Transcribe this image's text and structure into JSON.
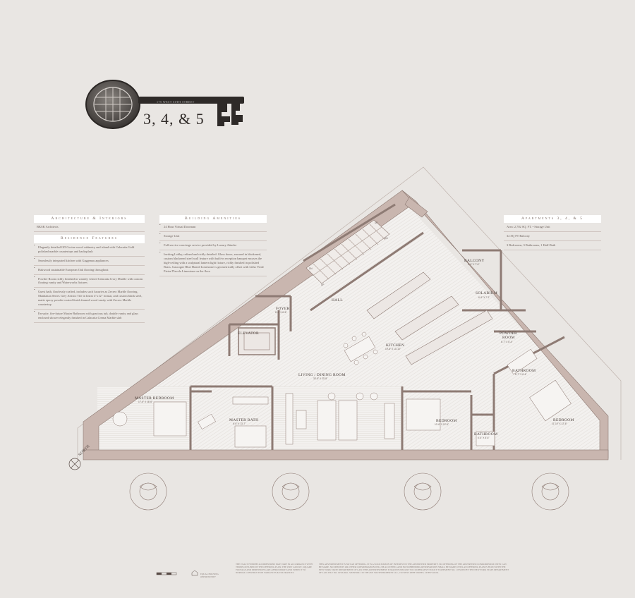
{
  "key": {
    "label": "3, 4, & 5",
    "shaft_text": "175 WEST 60TH STREET"
  },
  "architecture": {
    "header": "Architecture & Interiors",
    "architect": "BKSK Architects"
  },
  "residence": {
    "header": "Residence Features",
    "items": [
      "Elegantly detailed GD Cucine wood cabinetry and island with Calacatta Gold polished marble countertops and backsplash",
      "Seamlessly integrated kitchen with Gaggenau appliances",
      "Hakwood sustainable European Oak flooring throughout",
      "Powder Room richly finished in warmly veined Calacatta Ivory Marble with custom floating vanity and Waterworks fixtures",
      "Guest bath, flawlessly crafted, includes such luxuries as Zecreo Marble flooring, Manhattan Series Grey Artistic Tile in linear 4\"x12\" format, and custom black steel, matte epoxy powder-coated finish framed wood vanity with Zecreo Marble countertop",
      "En-suite, fire-future Master Bathroom with gracious tub, double vanity and glass enclosed shower elegantly finished in Calacatta Crema Marble slab"
    ]
  },
  "amenities": {
    "header": "Building Amenities",
    "items": [
      "24 Hour Virtual Doorman",
      "Storage Unit",
      "Full-service concierge service provided by Luxury Attache",
      "Inviting Lobby, refined and richly detailed: Glass doors, encased in blackened, custom blackened steel wall feature with built-in reception banquet encases the high-ceiling with a sculptural lantern light fixture, richly finished in polished Brass. Gascogne Blue Honed Limestone is geometrically offset with Litho Verde Pietra D'avola Limestone on the floor"
    ]
  },
  "apartments": {
    "header": "Apartments 3, 4, & 5",
    "rows": [
      "Area: 2,702 SQ. FT.  •  Storage Unit",
      "32 SQ FT Balcony",
      "3 Bedrooms, 3 Bathrooms, 1 Half-Bath"
    ]
  },
  "rooms": {
    "balcony": "BALCONY",
    "balcony_dim": "4'-0\" X 7'-6\"",
    "solarium": "SOLARIUM",
    "solarium_dim": "6'-6\" X 7'-1\"",
    "hall": "HALL",
    "foyer": "FOYER",
    "foyer_dim": "8'-4\" X 6'-6\"",
    "elevator": "ELEVATOR",
    "kitchen": "KITCHEN",
    "kitchen_dim": "19'-8\" X 13'-10\"",
    "powder": "POWDER",
    "powder2": "ROOM",
    "powder_dim": "6'-7\" X 6'-4\"",
    "bath1": "BATHROOM",
    "bath1_dim": "6'-7\" X 6'-4\"",
    "living": "LIVING / DINING ROOM",
    "living_dim": "33'-8\" X 23'-8\"",
    "master_bed": "MASTER BEDROOM",
    "master_bed_dim": "17'-6\" X 16'-6\"",
    "master_bath": "MASTER BATH",
    "master_bath_dim": "6'-6\" X 13'-7\"",
    "bed2": "BEDROOM",
    "bed2_dim": "10'-6\" X 12'-6\"",
    "bath2": "BATHROOM",
    "bath2_dim": "6'-6\" X 8'-6\"",
    "bed3": "BEDROOM",
    "bed3_dim": "11'-10\" X 12'-6\"",
    "up1": "UP",
    "dn1": "DN",
    "up2": "UP",
    "dn2": "DN",
    "north": "NORTH"
  },
  "footer": {
    "disclaimer1": "THE EXACT FINISHES & DIMENSIONS MAY VARY IN ACCORDANCE WITH TERMS OUTLINED IN THE OFFERING PLAN. THE UNIT LAYOUT, SQUARE FOOTAGE AND DIMENSIONS ARE APPROXIMATE AND SUBJECT TO NORMAL CONSTRUCTION VARIANCES & TOLERANCES.",
    "disclaimer2": "THIS ADVERTISEMENT IS NOT AN OFFERING. IT IS A SOLICITATION OF INTEREST IN THE ADVERTISED PROPERTY. NO OFFERING OF THE ADVERTISED CONDOMINIUM UNITS CAN BE MADE. NO DEPOSITS OR OTHER CONSIDERATION WILL BE ACCEPTED, AND NO NONBINDING RESERVATIONS SHALL BE MADE UNTIL AN OFFERING PLAN IS FILED WITH THE NEW YORK STATE DEPARTMENT OF LAW. THIS ADVERTISEMENT IS MADE PURSUANT TO COOPERATIVE POLICY STATEMENT NO. 1 ISSUED BY THE NEW YORK STATE DEPARTMENT OF LAW. FILE NO. CP18-0041. SPONSOR: 150 5TH AVE SOUTH PROPERTY LLC, 150 WEST 28TH STREET, 16TH FLOOR.",
    "eho": "EQUAL HOUSING OPPORTUNITY"
  }
}
